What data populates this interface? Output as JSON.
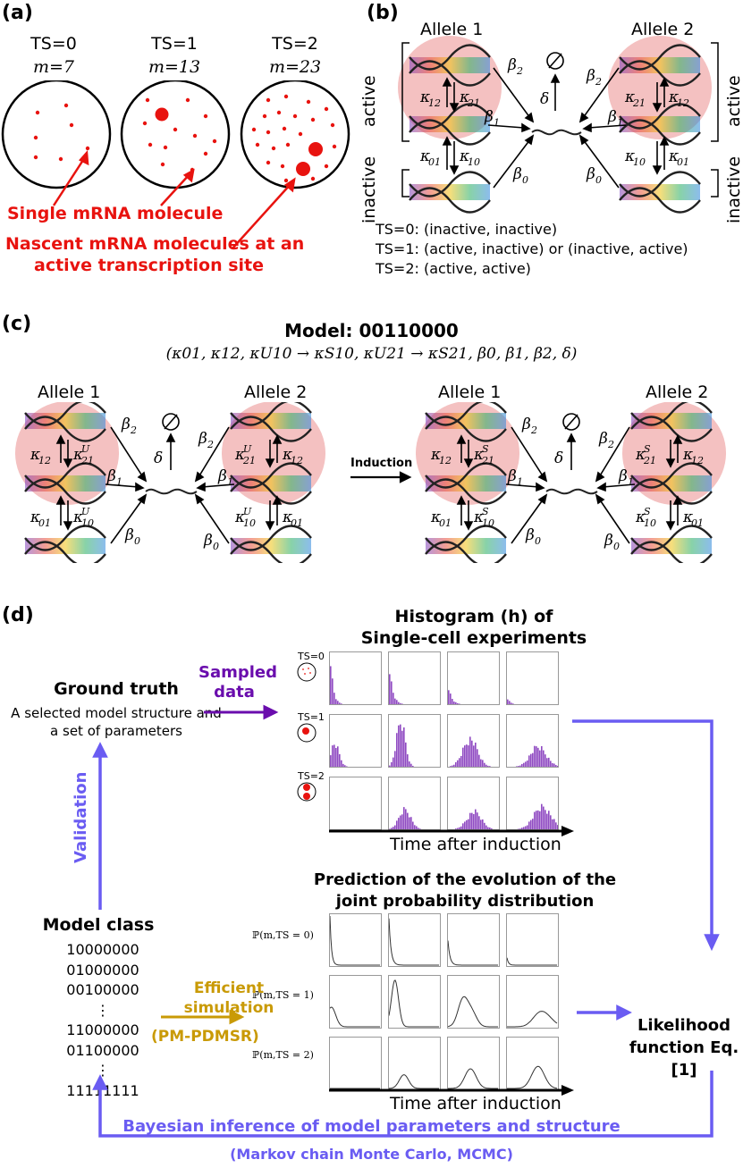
{
  "panel_a": {
    "label": "(a)",
    "states": [
      {
        "ts": "TS=0",
        "m": "m=7"
      },
      {
        "ts": "TS=1",
        "m": "m=13"
      },
      {
        "ts": "TS=2",
        "m": "m=23"
      }
    ],
    "single_label": "Single mRNA molecule",
    "nascent_label_1": "Nascent mRNA molecules at an",
    "nascent_label_2": "active transcription site"
  },
  "panel_b": {
    "label": "(b)",
    "allele1": "Allele 1",
    "allele2": "Allele 2",
    "active": "active",
    "inactive": "inactive",
    "ts_lines": [
      "TS=0: (inactive, inactive)",
      "TS=1: (active, inactive) or (inactive, active)",
      "TS=2: (active, active)"
    ]
  },
  "panel_c": {
    "label": "(c)",
    "model_title": "Model: 00110000",
    "param_line": "(κ01, κ12, κU10 → κS10, κU21 → κS21, β0, β1, β2, δ)",
    "allele1": "Allele 1",
    "allele2": "Allele 2",
    "induction": "Induction"
  },
  "panel_d": {
    "label": "(d)",
    "hist_title_1": "Histogram (h) of",
    "hist_title_2": "Single-cell experiments",
    "sampled": "Sampled data",
    "ground_truth": "Ground truth",
    "ground_desc": "A selected model structure and a set of parameters",
    "validation": "Validation",
    "ts_rows": [
      "TS=0",
      "TS=1",
      "TS=2"
    ],
    "time_label": "Time after induction",
    "pred_title_1": "Prediction of the evolution of the",
    "pred_title_2": "joint probability distribution",
    "model_class": "Model class",
    "model_list": [
      "10000000",
      "01000000",
      "00100000",
      "⋮",
      "11000000",
      "01100000",
      "⋮",
      "11111111"
    ],
    "efficient": "Efficient simulation",
    "pmpdmsr": "(PM-PDMSR)",
    "prob_rows": [
      "ℙ(m,TS = 0)",
      "ℙ(m,TS = 1)",
      "ℙ(m,TS = 2)"
    ],
    "likelihood": "Likelihood function Eq. [1]",
    "bayes": "Bayesian inference of model parameters and structure",
    "mcmc": "(Markov chain Monte Carlo, MCMC)"
  },
  "colors": {
    "red": "#e8130f",
    "purple": "#6a0dad",
    "gold": "#c99a06",
    "blue": "#6a5cf2",
    "pink": "#f4c1c1"
  }
}
